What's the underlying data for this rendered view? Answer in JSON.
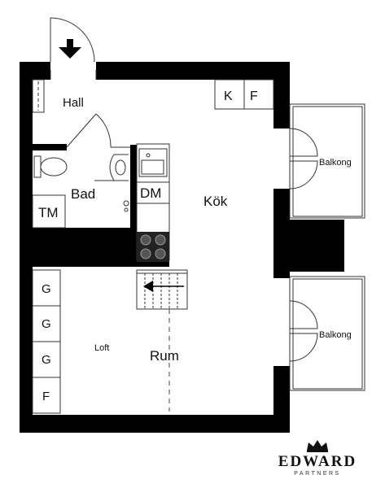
{
  "rooms": {
    "hall": "Hall",
    "bad": "Bad",
    "kok": "Kök",
    "rum": "Rum",
    "loft": "Loft",
    "balkong_top": "Balkong",
    "balkong_bottom": "Balkong"
  },
  "fixtures": {
    "tm": "TM",
    "dm": "DM",
    "fridge": "F",
    "freezer": "K",
    "closets": [
      "G",
      "G",
      "G",
      "F"
    ]
  },
  "logo": {
    "brand": "EDWARD",
    "sub": "PARTNERS"
  },
  "colors": {
    "wall": "#000000",
    "line": "#333333",
    "background": "#ffffff"
  }
}
